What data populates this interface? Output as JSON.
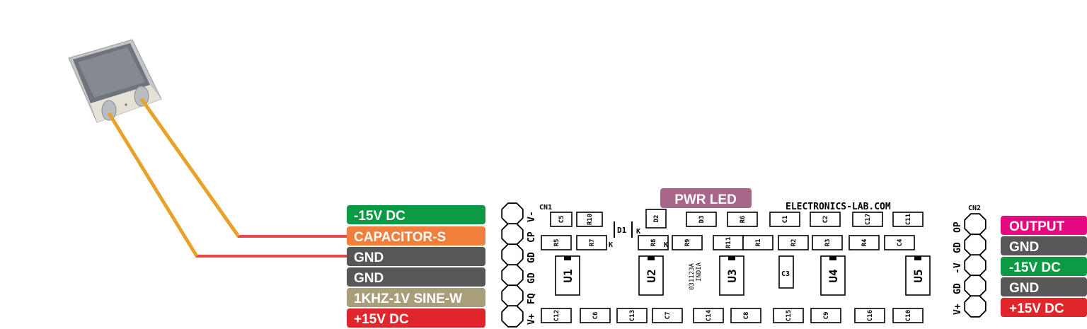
{
  "left_labels": [
    {
      "text": "-15V DC",
      "color": "#0d9a45"
    },
    {
      "text": "CAPACITOR-S",
      "color": "#f07f3c"
    },
    {
      "text": "GND",
      "color": "#575757"
    },
    {
      "text": "GND",
      "color": "#575757"
    },
    {
      "text": "1KHZ-1V SINE-W",
      "color": "#a89f7a"
    },
    {
      "text": "+15V DC",
      "color": "#e0262b"
    }
  ],
  "right_labels": [
    {
      "text": "OUTPUT",
      "color": "#e5097f"
    },
    {
      "text": "GND",
      "color": "#575757"
    },
    {
      "text": "-15V DC",
      "color": "#0d9a45"
    },
    {
      "text": "GND",
      "color": "#575757"
    },
    {
      "text": "+15V DC",
      "color": "#e0262b"
    }
  ],
  "pwr_led": {
    "text": "PWR LED",
    "color": "#a8668a"
  },
  "pcb": {
    "site": "ELECTRONICS-LAB.COM",
    "cn1": "CN1",
    "cn2": "CN2",
    "cn1_pins": [
      "V-",
      "CP",
      "GD",
      "GD",
      "FQ",
      "V+"
    ],
    "cn2_pins": [
      "OP",
      "GD",
      "-V",
      "GD",
      "V+"
    ],
    "d1": "D1",
    "k_marks": [
      "K",
      "K",
      "K"
    ],
    "code_line1": "031123A",
    "code_line2": "INDIA",
    "top_row": [
      "C5",
      "R10",
      "D2",
      "D3",
      "R6",
      "C1",
      "C2",
      "C17",
      "C11"
    ],
    "mid_row": [
      "R5",
      "R7",
      "R8",
      "R9",
      "R11",
      "R1",
      "R2",
      "R3",
      "R4",
      "C4"
    ],
    "ics": [
      "U1",
      "U2",
      "U3",
      "U4",
      "U5"
    ],
    "c3": "C3",
    "bottom_row": [
      "C12",
      "C6",
      "C13",
      "C7",
      "C14",
      "C8",
      "C15",
      "C9",
      "C16",
      "C10"
    ]
  },
  "colors": {
    "wire_orange": "#e8a12a",
    "wire_red": "#e8474a"
  }
}
